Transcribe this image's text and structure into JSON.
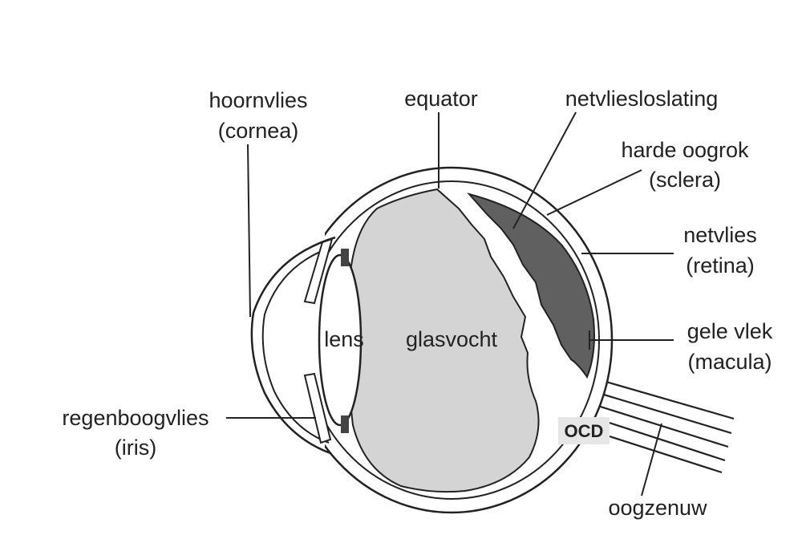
{
  "labels": {
    "cornea_nl": "hoornvlies",
    "cornea_lat": "(cornea)",
    "equator": "equator",
    "detachment": "netvliesloslating",
    "sclera_nl": "harde oogrok",
    "sclera_lat": "(sclera)",
    "retina_nl": "netvlies",
    "retina_lat": "(retina)",
    "macula_nl": "gele vlek",
    "macula_lat": "(macula)",
    "iris_nl": "regenboogvlies",
    "iris_lat": "(iris)",
    "lens": "lens",
    "vitreous": "glasvocht",
    "ocd": "OCD",
    "optic_nerve": "oogzenuw"
  },
  "colors": {
    "line": "#222222",
    "vitreous_fill": "#d4d4d4",
    "detachment_fill": "#606060",
    "ocd_box": "#e6e6e6",
    "background": "#ffffff"
  }
}
